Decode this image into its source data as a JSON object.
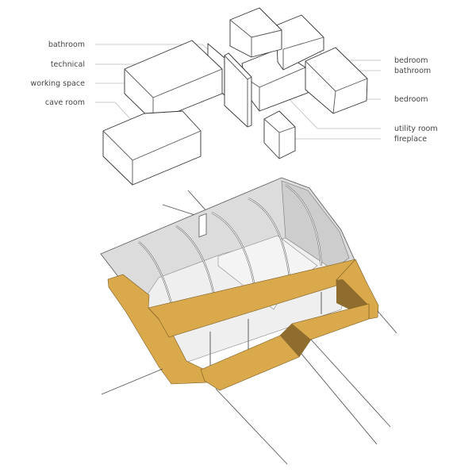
{
  "labels_left": [
    "bathroom",
    "technical",
    "working space",
    "cave room"
  ],
  "labels_right": [
    "bedroom",
    "bathroom",
    "bedroom",
    "utility room",
    "fireplace"
  ],
  "colors": {
    "wood": "#d9a94b",
    "wood_dark": "#8e6d2e",
    "roof": "#dcdcdc",
    "interior": "#efefef",
    "outline": "#333333"
  }
}
